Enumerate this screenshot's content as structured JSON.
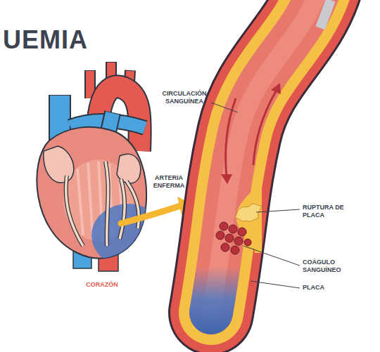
{
  "diagram": {
    "title": "UEMIA",
    "labels": [
      "CIRCULACIÓN SANGUÍNEA",
      "ARTERIA ENFERMA",
      "RUPTURA DE PLACA",
      "COÁGULO SANGUÍNEO",
      "PLACA",
      "CORAZÓN"
    ]
  }
}
